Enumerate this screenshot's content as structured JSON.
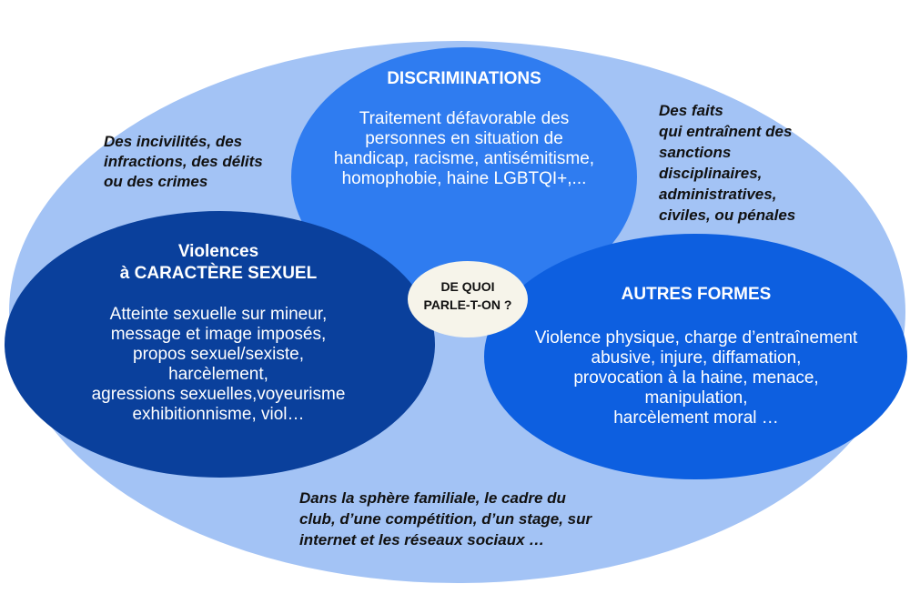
{
  "colors": {
    "outer": "#a3c3f5",
    "discriminations": "#2f7cf0",
    "violences": "#0a409c",
    "autres": "#0d5fe0",
    "center": "#f6f4ea"
  },
  "center": {
    "line1": "DE QUOI",
    "line2": "PARLE-T-ON ?"
  },
  "discriminations": {
    "title": "DISCRIMINATIONS",
    "lines": [
      "Traitement défavorable des",
      "personnes en situation de",
      "handicap, racisme, antisémitisme,",
      "homophobie, haine LGBTQI+,..."
    ]
  },
  "violences": {
    "title1": "Violences",
    "title2": "à CARACTÈRE SEXUEL",
    "lines": [
      "Atteinte sexuelle sur mineur,",
      "message et image imposés,",
      "propos sexuel/sexiste,",
      "harcèlement,",
      "agressions sexuelles,voyeurisme",
      "exhibitionnisme, viol…"
    ]
  },
  "autres": {
    "title": "AUTRES FORMES",
    "lines": [
      "Violence physique, charge d’entraînement",
      "abusive, injure, diffamation,",
      "provocation à la haine, menace,",
      "manipulation,",
      "harcèlement moral …"
    ]
  },
  "notes": {
    "top_left": [
      "Des incivilités, des",
      "infractions, des délits",
      "ou des crimes"
    ],
    "top_right": [
      "Des faits",
      "qui entraînent des",
      "sanctions",
      "disciplinaires,",
      "administratives,",
      "civiles, ou pénales"
    ],
    "bottom": [
      "Dans la sphère familiale, le cadre du",
      "club, d’une compétition, d’un stage, sur",
      "internet et les réseaux sociaux …"
    ]
  }
}
